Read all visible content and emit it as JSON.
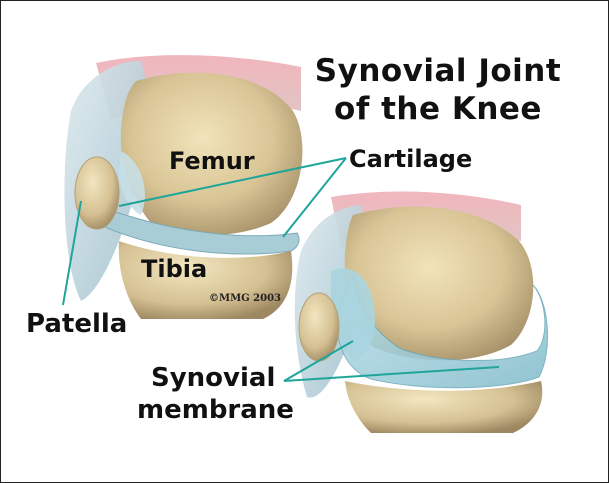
{
  "title": {
    "line1": "Synovial Joint",
    "line2": "of the Knee"
  },
  "labels": {
    "femur": "Femur",
    "cartilage": "Cartilage",
    "tibia": "Tibia",
    "patella": "Patella",
    "synovial_line1": "Synovial",
    "synovial_line2": "membrane"
  },
  "copyright": "©MMG 2003",
  "colors": {
    "bone": "#d9c79a",
    "muscle": "#e8a0a8",
    "tendon": "#b9d3dc",
    "cartilage": "#9fc4cf",
    "membrane": "#8fc8d6",
    "leader_line": "#1fa59a"
  }
}
